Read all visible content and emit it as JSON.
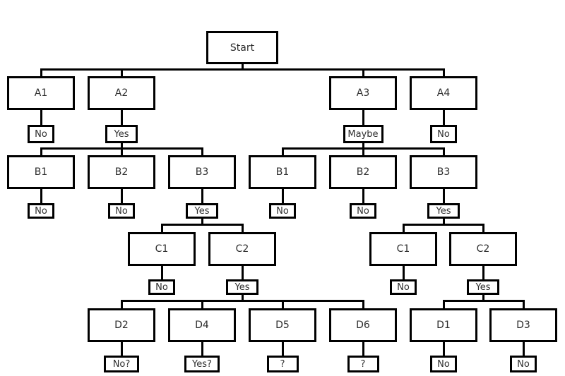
{
  "diagram": {
    "type": "flowchart-decision-tree",
    "background_color": "#ffffff",
    "line_color": "#000000",
    "text_color": "#2e2e2e"
  },
  "nodes": [
    {
      "id": "start",
      "label": "Start",
      "children": [
        "a1",
        "a2",
        "a3",
        "a4"
      ]
    },
    {
      "id": "a1",
      "label": "A1",
      "result": "No"
    },
    {
      "id": "a2",
      "label": "A2",
      "result": "Yes",
      "children": [
        "b1l",
        "b2l",
        "b3l"
      ]
    },
    {
      "id": "a3",
      "label": "A3",
      "result": "Maybe",
      "children": [
        "b1r",
        "b2r",
        "b3r"
      ]
    },
    {
      "id": "a4",
      "label": "A4",
      "result": "No"
    },
    {
      "id": "b1l",
      "label": "B1",
      "result": "No"
    },
    {
      "id": "b2l",
      "label": "B2",
      "result": "No"
    },
    {
      "id": "b3l",
      "label": "B3",
      "result": "Yes",
      "children": [
        "c1l",
        "c2l"
      ]
    },
    {
      "id": "b1r",
      "label": "B1",
      "result": "No"
    },
    {
      "id": "b2r",
      "label": "B2",
      "result": "No"
    },
    {
      "id": "b3r",
      "label": "B3",
      "result": "Yes",
      "children": [
        "c1r",
        "c2r"
      ]
    },
    {
      "id": "c1l",
      "label": "C1",
      "result": "No"
    },
    {
      "id": "c2l",
      "label": "C2",
      "result": "Yes",
      "children": [
        "d2",
        "d4",
        "d5",
        "d6"
      ]
    },
    {
      "id": "c1r",
      "label": "C1",
      "result": "No"
    },
    {
      "id": "c2r",
      "label": "C2",
      "result": "Yes",
      "children": [
        "d1",
        "d3"
      ]
    },
    {
      "id": "d2",
      "label": "D2",
      "result": "No?"
    },
    {
      "id": "d4",
      "label": "D4",
      "result": "Yes?"
    },
    {
      "id": "d5",
      "label": "D5",
      "result": "?"
    },
    {
      "id": "d6",
      "label": "D6",
      "result": "?"
    },
    {
      "id": "d1",
      "label": "D1",
      "result": "No"
    },
    {
      "id": "d3",
      "label": "D3",
      "result": "No"
    }
  ]
}
